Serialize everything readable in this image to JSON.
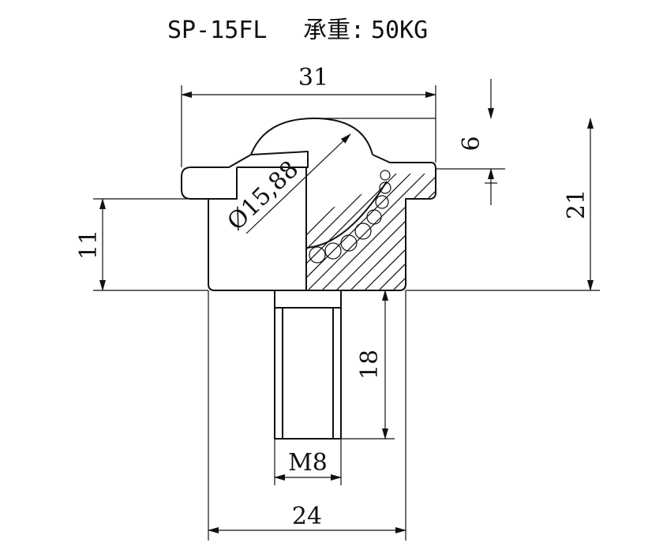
{
  "title": {
    "model": "SP-15FL",
    "load_label": "承重:",
    "load_value": "50KG"
  },
  "dimensions": {
    "overall_width": "31",
    "ball_diameter": "Ø15,88",
    "ball_protrusion": "6",
    "total_height": "21",
    "body_height": "11",
    "stud_length": "18",
    "thread": "M8",
    "body_width": "24"
  }
}
